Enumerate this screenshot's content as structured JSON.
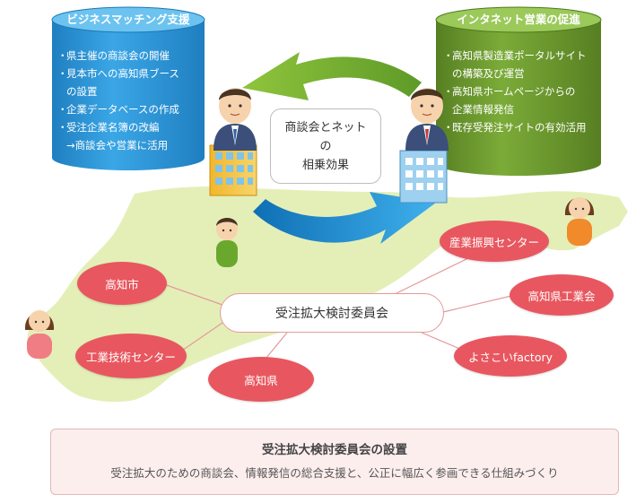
{
  "left_cylinder": {
    "title": "ビジネスマッチング支援",
    "items": [
      {
        "bullet": "・",
        "text": "県主催の商談会の開催"
      },
      {
        "bullet": "・",
        "text": "見本市への高知県ブース"
      },
      {
        "bullet": "",
        "text": "の設置"
      },
      {
        "bullet": "・",
        "text": "企業データベースの作成"
      },
      {
        "bullet": "・",
        "text": "受注企業名簿の改編"
      },
      {
        "bullet": "",
        "text": "→商談会や営業に活用"
      }
    ],
    "color": "#2f9ad8"
  },
  "right_cylinder": {
    "title": "インタネット営業の促進",
    "items": [
      {
        "bullet": "・",
        "text": "高知県製造業ポータルサイト"
      },
      {
        "bullet": "",
        "text": "の構築及び運営"
      },
      {
        "bullet": "・",
        "text": "高知県ホームページからの"
      },
      {
        "bullet": "",
        "text": "企業情報発信"
      },
      {
        "bullet": "・",
        "text": "既存受発注サイトの有効活用"
      }
    ],
    "color": "#6a9a2c"
  },
  "center_box": {
    "line1": "商談会とネット",
    "line2": "の",
    "line3": "相乗効果"
  },
  "committee": {
    "label": "受注拡大検討委員会"
  },
  "members": {
    "kochi_city": "高知市",
    "kougyou_gijutsu": "工業技術センター",
    "kochi_pref": "高知県",
    "sangyou_shinkou": "産業振興センター",
    "kochi_kougyoukai": "高知県工業会",
    "yosakoi": "よさこいfactory"
  },
  "bottom": {
    "title": "受注拡大検討委員会の設置",
    "subtitle": "受注拡大のための商談会、情報発信の総合支援と、公正に幅広く参画できる仕組みづくり"
  },
  "colors": {
    "pill": "#e8575f",
    "map": "#e4efb8",
    "arrow_green": "#7cb342",
    "arrow_blue": "#1e88c8"
  }
}
